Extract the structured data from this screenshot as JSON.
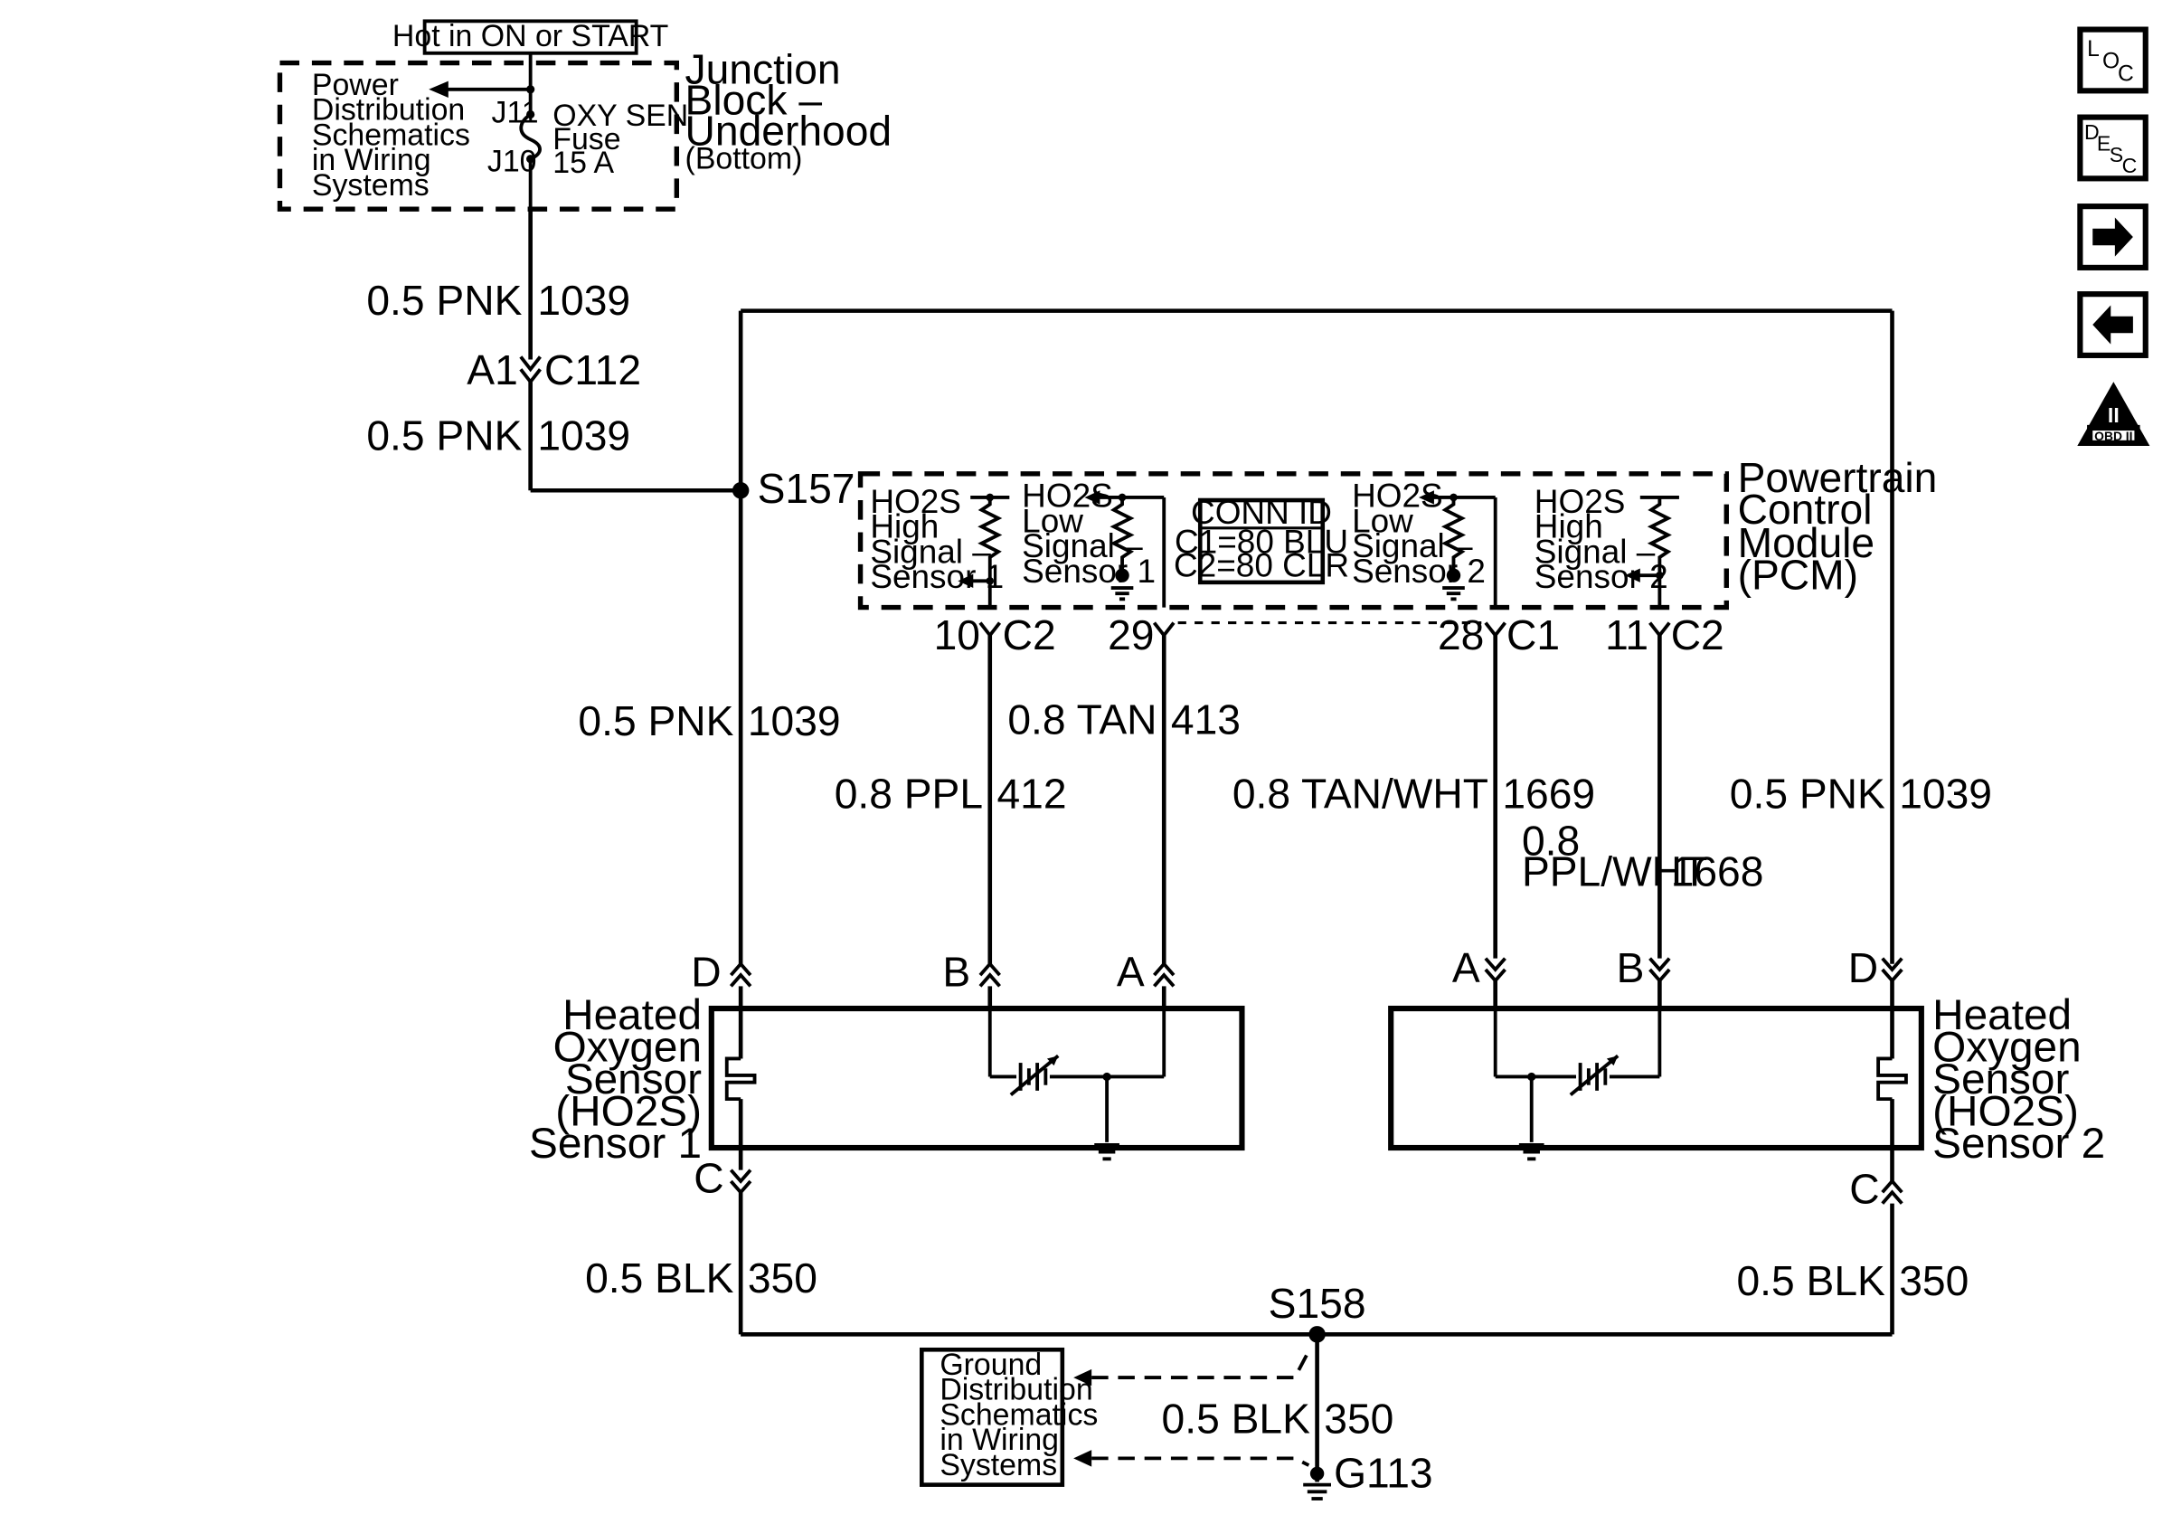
{
  "hot_label": "Hot in ON or START",
  "junction_block": {
    "power_dist": [
      "Power",
      "Distribution",
      "Schematics",
      "in Wiring",
      "Systems"
    ],
    "j11": "J11",
    "j10": "J10",
    "fuse": [
      "OXY SEN",
      "Fuse",
      "15 A"
    ],
    "name": [
      "Junction",
      "Block –",
      "Underhood"
    ],
    "sub": "(Bottom)"
  },
  "wires": {
    "pnk_top_upper": {
      "size_color": "0.5 PNK",
      "circuit": "1039"
    },
    "c112": {
      "pin": "A1",
      "connector": "C112"
    },
    "pnk_top_lower": {
      "size_color": "0.5 PNK",
      "circuit": "1039"
    },
    "s157": "S157",
    "pnk_left": {
      "size_color": "0.5 PNK",
      "circuit": "1039"
    },
    "ppl": {
      "size_color": "0.8 PPL",
      "circuit": "412"
    },
    "tan": {
      "size_color": "0.8 TAN",
      "circuit": "413"
    },
    "tan_wht": {
      "size_color": "0.8 TAN/WHT",
      "circuit": "1669"
    },
    "ppl_wht": {
      "size_line1": "0.8",
      "size_line2": "PPL/WHT",
      "circuit": "1668"
    },
    "pnk_right": {
      "size_color": "0.5 PNK",
      "circuit": "1039"
    },
    "blk_left": {
      "size_color": "0.5 BLK",
      "circuit": "350"
    },
    "blk_right": {
      "size_color": "0.5 BLK",
      "circuit": "350"
    },
    "blk_ground": {
      "size_color": "0.5 BLK",
      "circuit": "350"
    },
    "s158": "S158",
    "g113": "G113"
  },
  "pcm": {
    "name": [
      "Powertrain",
      "Control",
      "Module",
      "(PCM)"
    ],
    "conn_id": {
      "title": "CONN ID",
      "c1": "C1=80 BLU",
      "c2": "C2=80 CLR"
    },
    "inputs": [
      {
        "lines": [
          "HO2S",
          "High",
          "Signal –",
          "Sensor 1"
        ]
      },
      {
        "lines": [
          "HO2S",
          "Low",
          "Signal –",
          "Sensor 1"
        ]
      },
      {
        "lines": [
          "HO2S",
          "Low",
          "Signal –",
          "Sensor 2"
        ]
      },
      {
        "lines": [
          "HO2S",
          "High",
          "Signal –",
          "Sensor 2"
        ]
      }
    ],
    "pins": [
      {
        "num": "10",
        "conn": "C2"
      },
      {
        "num": "29",
        "conn": ""
      },
      {
        "num": "28",
        "conn": "C1"
      },
      {
        "num": "11",
        "conn": "C2"
      }
    ]
  },
  "sensors": {
    "s1": {
      "name": [
        "Heated",
        "Oxygen",
        "Sensor",
        "(HO2S)",
        "Sensor 1"
      ],
      "pins": [
        "D",
        "B",
        "A",
        "C"
      ]
    },
    "s2": {
      "name": [
        "Heated",
        "Oxygen",
        "Sensor",
        "(HO2S)",
        "Sensor 2"
      ],
      "pins": [
        "A",
        "B",
        "D",
        "C"
      ]
    }
  },
  "ground_dist": [
    "Ground",
    "Distribution",
    "Schematics",
    "in Wiring",
    "Systems"
  ],
  "nav": {
    "loc": [
      "L",
      "O",
      "C"
    ],
    "desc": [
      "D",
      "E",
      "S",
      "C"
    ],
    "obd": "OBD II",
    "obd_mark": "II"
  },
  "colors": {
    "ink": "#000000",
    "background": "#ffffff"
  }
}
